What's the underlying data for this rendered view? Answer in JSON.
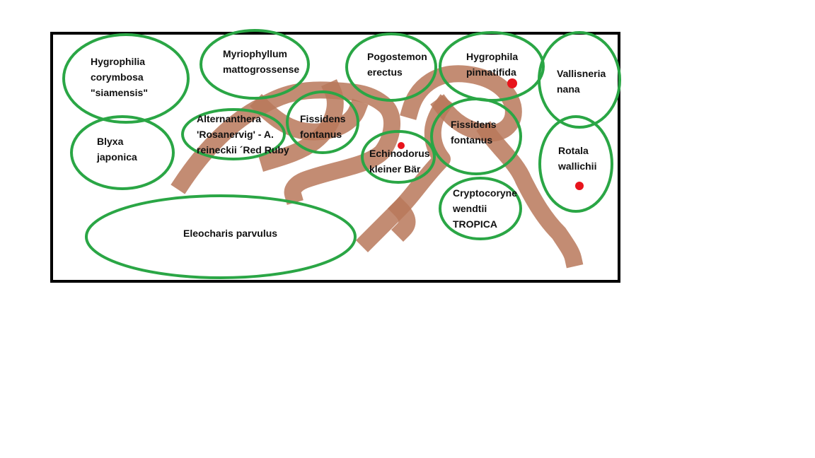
{
  "colors": {
    "tank_border": "#000000",
    "plant_outline": "#2aa645",
    "wood": "#b9785a",
    "marker": "#e8141c",
    "text": "#111111"
  },
  "plants": {
    "hygrophilia_corymbosa": "Hygrophilia\ncorymbosa\n\"siamensis\"",
    "myriophyllum": "Myriophyllum\nmattogrossense",
    "pogostemon": "Pogostemon\nerectus",
    "hygrophila_pinnatifida": "Hygrophila\npinnatifida",
    "vallisneria": "Vallisneria\nnana",
    "blyxa": "Blyxa\njaponica",
    "alternanthera": "Alternanthera\n'Rosanervig' - A.\nreineckii ´Red Ruby",
    "fissidens_left": "Fissidens\nfontanus",
    "echinodorus": "Echinodorus\nkleiner Bär",
    "fissidens_right": "Fissidens\nfontanus",
    "rotala": "Rotala\nwallichii",
    "cryptocoryne": "Cryptocoryne\nwendtii\nTROPICA",
    "eleocharis": "Eleocharis parvulus"
  },
  "markers": [
    "red-dot",
    "red-dot",
    "red-dot"
  ]
}
